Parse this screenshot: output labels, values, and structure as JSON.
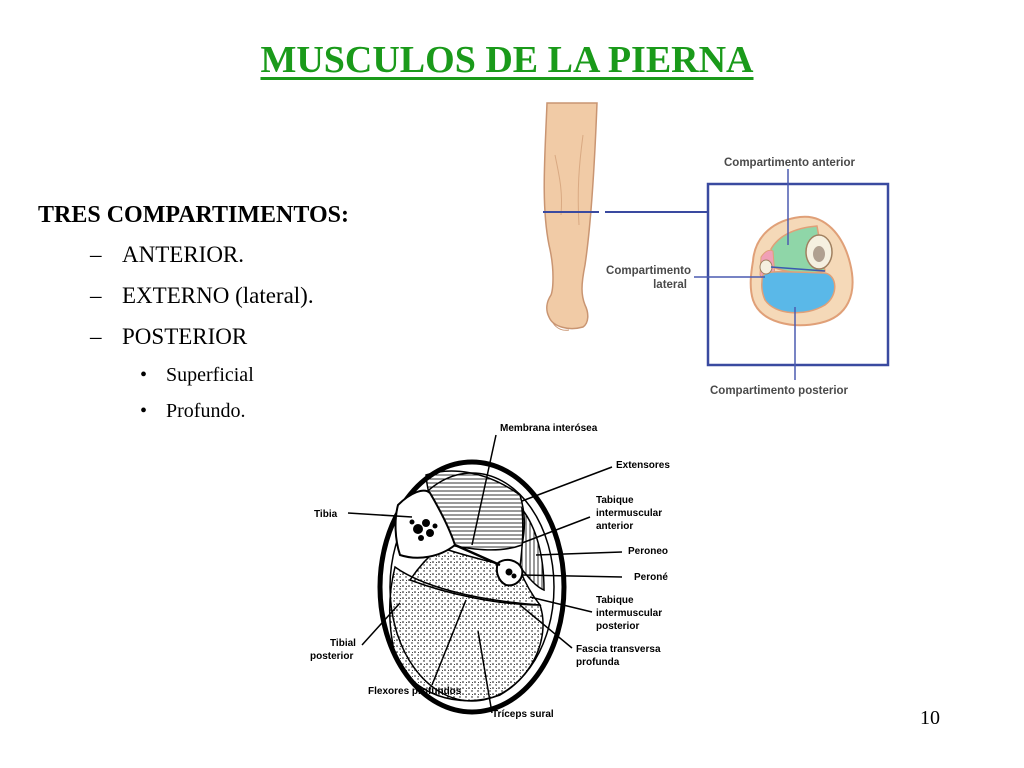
{
  "slide": {
    "title": "MUSCULOS DE LA PIERNA",
    "page_number": "10"
  },
  "outline": {
    "heading": "TRES COMPARTIMENTOS:",
    "items": [
      {
        "label": "ANTERIOR."
      },
      {
        "label": "EXTERNO (lateral)."
      },
      {
        "label": "POSTERIOR"
      }
    ],
    "subitems": [
      {
        "label": "Superficial"
      },
      {
        "label": "Profundo."
      }
    ],
    "dash": "–",
    "bullet": "•"
  },
  "top_figure": {
    "labels": {
      "anterior": "Compartimento anterior",
      "lateral_1": "Compartimento",
      "lateral_2": "lateral",
      "posterior": "Compartimento posterior"
    },
    "colors": {
      "anterior": "#8fd6a8",
      "lateral": "#f0a0b6",
      "posterior": "#5ab8e8",
      "skin": "#f5d9b8",
      "frame": "#3a4aa0"
    }
  },
  "bottom_figure": {
    "labels": {
      "membrana": "Membrana interósea",
      "extensores": "Extensores",
      "tabique_ant_1": "Tabique",
      "tabique_ant_2": "intermuscular",
      "tabique_ant_3": "anterior",
      "peroneo": "Peroneo",
      "perone": "Peroné",
      "tabique_post_1": "Tabique",
      "tabique_post_2": "intermuscular",
      "tabique_post_3": "posterior",
      "tibia": "Tibia",
      "tibial_post_1": "Tibial",
      "tibial_post_2": "posterior",
      "fascia_1": "Fascia transversa",
      "fascia_2": "profunda",
      "flexores": "Flexores profundos",
      "triceps": "Tríceps sural"
    }
  }
}
